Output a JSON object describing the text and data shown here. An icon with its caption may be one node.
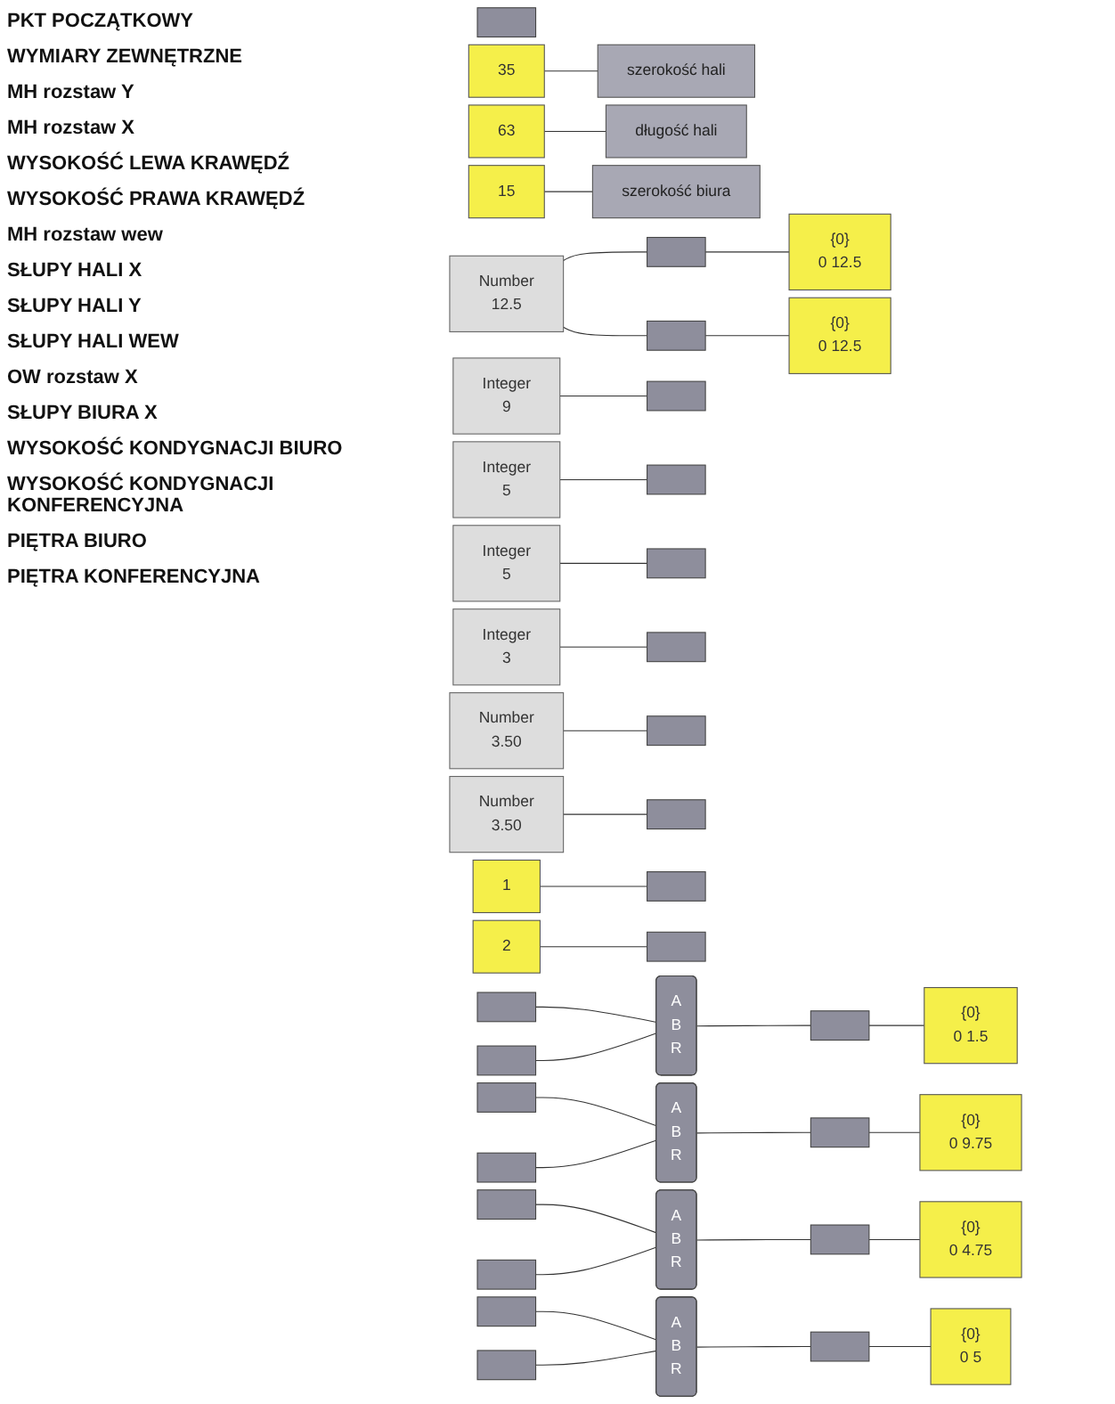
{
  "diagram": {
    "nodes": [
      {
        "text": [],
        "shape": "box"
      },
      {
        "text": [
          "35"
        ]
      },
      {
        "text": [
          "szerokość hali"
        ]
      },
      {
        "text": [
          "63"
        ]
      },
      {
        "text": [
          "długość hali"
        ]
      },
      {
        "text": [
          "15"
        ]
      },
      {
        "text": [
          "szerokość biura"
        ]
      },
      {
        "text": [
          "Number",
          "12.5"
        ]
      },
      {
        "text": [],
        "shape": "box"
      },
      {
        "text": [
          "{0}",
          "0 12.5"
        ]
      },
      {
        "text": [],
        "shape": "box"
      },
      {
        "text": [
          "{0}",
          "0 12.5"
        ]
      },
      {
        "text": [
          "Integer",
          "9"
        ]
      },
      {
        "text": [],
        "shape": "box"
      },
      {
        "text": [
          "Integer",
          "5"
        ]
      },
      {
        "text": [],
        "shape": "box"
      },
      {
        "text": [
          "Integer",
          "5"
        ]
      },
      {
        "text": [],
        "shape": "box"
      },
      {
        "text": [
          "Integer",
          "3"
        ]
      },
      {
        "text": [],
        "shape": "box"
      },
      {
        "text": [
          "Number",
          "3.50"
        ]
      },
      {
        "text": [],
        "shape": "box"
      },
      {
        "text": [
          "Number",
          "3.50"
        ]
      },
      {
        "text": [],
        "shape": "box"
      },
      {
        "text": [
          "1"
        ]
      },
      {
        "text": [],
        "shape": "box"
      },
      {
        "text": [
          "2"
        ]
      },
      {
        "text": [],
        "shape": "box"
      },
      {
        "text": [],
        "shape": "box"
      },
      {
        "text": [],
        "shape": "box"
      },
      {
        "text": [
          "A",
          "B",
          "R"
        ]
      },
      {
        "text": [],
        "shape": "box"
      },
      {
        "text": [
          "{0}",
          "0 1.5"
        ]
      },
      {
        "text": [],
        "shape": "box"
      },
      {
        "text": [],
        "shape": "box"
      },
      {
        "text": [
          "A",
          "B",
          "R"
        ]
      },
      {
        "text": [],
        "shape": "box"
      },
      {
        "text": [
          "{0}",
          "0 9.75"
        ]
      },
      {
        "text": [],
        "shape": "box"
      },
      {
        "text": [],
        "shape": "box"
      },
      {
        "text": [
          "A",
          "B",
          "R"
        ]
      },
      {
        "text": [],
        "shape": "box"
      },
      {
        "text": [
          "{0}",
          "0 4.75"
        ]
      },
      {
        "text": [],
        "shape": "box"
      },
      {
        "text": [],
        "shape": "box"
      },
      {
        "text": [
          "A",
          "B",
          "R"
        ]
      },
      {
        "text": [],
        "shape": "box"
      },
      {
        "text": [
          "{0}",
          "0 5"
        ]
      }
    ],
    "edges": [
      {
        "from": 1,
        "to": 2,
        "arrow": "none"
      },
      {
        "from": 3,
        "to": 4,
        "arrow": "none"
      },
      {
        "from": 5,
        "to": 6,
        "arrow": "none"
      },
      {
        "from": 7,
        "to": 8,
        "arrow": "none"
      },
      {
        "from": 8,
        "to": 9,
        "arrow": "none"
      },
      {
        "from": 7,
        "to": 10,
        "arrow": "none"
      },
      {
        "from": 10,
        "to": 11,
        "arrow": "none"
      },
      {
        "from": 12,
        "to": 13,
        "arrow": "none"
      },
      {
        "from": 14,
        "to": 15,
        "arrow": "none"
      },
      {
        "from": 16,
        "to": 17,
        "arrow": "none"
      },
      {
        "from": 18,
        "to": 19,
        "arrow": "none"
      },
      {
        "from": 20,
        "to": 21,
        "arrow": "none"
      },
      {
        "from": 22,
        "to": 23,
        "arrow": "none"
      },
      {
        "from": 24,
        "to": 25,
        "arrow": "none"
      },
      {
        "from": 26,
        "to": 27,
        "arrow": "none"
      },
      {
        "from": 28,
        "to": 30,
        "arrow": "none"
      },
      {
        "from": 29,
        "to": 30,
        "arrow": "none"
      },
      {
        "from": 30,
        "to": 31,
        "arrow": "none"
      },
      {
        "from": 31,
        "to": 32,
        "arrow": "none"
      },
      {
        "from": 33,
        "to": 35,
        "arrow": "none"
      },
      {
        "from": 34,
        "to": 35,
        "arrow": "none"
      },
      {
        "from": 35,
        "to": 36,
        "arrow": "none"
      },
      {
        "from": 36,
        "to": 37,
        "arrow": "none"
      },
      {
        "from": 38,
        "to": 40,
        "arrow": "none"
      },
      {
        "from": 39,
        "to": 40,
        "arrow": "none"
      },
      {
        "from": 40,
        "to": 41,
        "arrow": "none"
      },
      {
        "from": 41,
        "to": 42,
        "arrow": "none"
      },
      {
        "from": 43,
        "to": 45,
        "arrow": "none"
      },
      {
        "from": 44,
        "to": 45,
        "arrow": "none"
      },
      {
        "from": 45,
        "to": 46,
        "arrow": "none"
      },
      {
        "from": 46,
        "to": 47,
        "arrow": "none"
      }
    ],
    "labels": [
      "PKT POCZĄTKOWY",
      "WYMIARY ZEWNĘTRZNE",
      "MH rozstaw Y",
      "MH rozstaw X",
      "WYSOKOŚĆ LEWA KRAWĘDŹ",
      "WYSOKOŚĆ PRAWA KRAWĘDŹ",
      "MH rozstaw wew",
      "SŁUPY HALI X",
      "SŁUPY HALI Y",
      "SŁUPY HALI WEW",
      "OW rozstaw X",
      "SŁUPY BIURA X",
      "WYSOKOŚĆ KONDYGNACJI BIURO",
      "WYSOKOŚĆ KONDYGNACJI KONFERENCYJNA",
      "PIĘTRA BIURO",
      "PIĘTRA KONFERENCYJNA"
    ]
  }
}
